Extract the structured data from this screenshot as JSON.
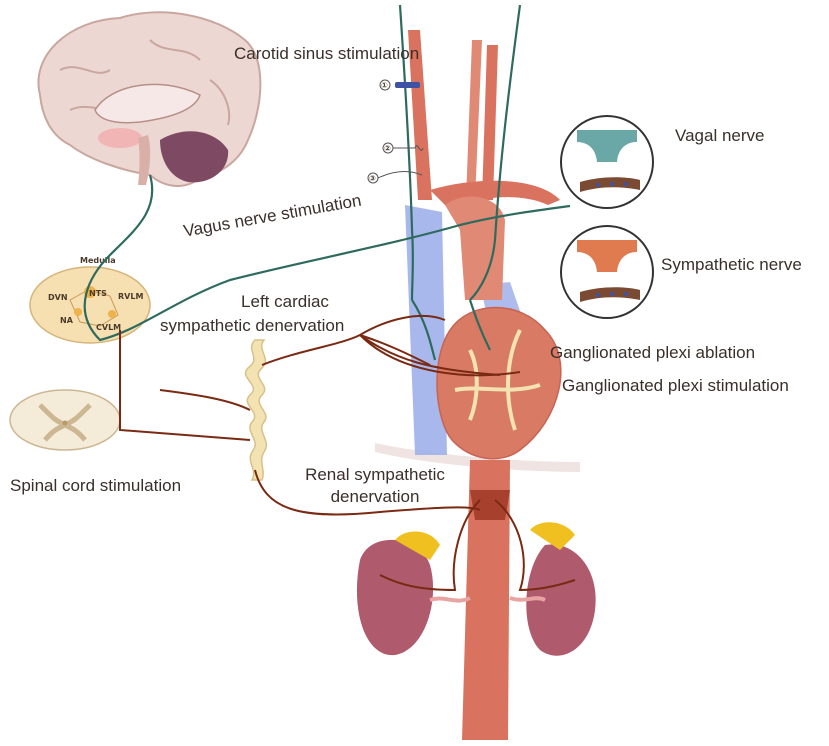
{
  "labels": {
    "carotid_sinus": "Carotid sinus stimulation",
    "vagal_nerve": "Vagal nerve",
    "sympathetic_nerve": "Sympathetic nerve",
    "vagus_stimulation": "Vagus nerve stimulation",
    "left_cardiac_line1": "Left cardiac",
    "left_cardiac_line2": "sympathetic denervation",
    "gp_ablation": "Ganglionated plexi ablation",
    "gp_stimulation": "Ganglionated plexi stimulation",
    "spinal_cord": "Spinal cord stimulation",
    "renal_line1": "Renal sympathetic",
    "renal_line2": "denervation"
  },
  "medulla": {
    "title": "Medulla",
    "nuclei": [
      "DVN",
      "NTS",
      "RVLM",
      "NA",
      "CVLM"
    ]
  },
  "carotid_markers": [
    "①",
    "②",
    "③"
  ],
  "colors": {
    "vagal": "#2e6b5e",
    "sympathetic": "#7a2a12",
    "artery": "#d9735f",
    "vein": "#9fb0ea",
    "kidney": "#b05a6e",
    "adrenal": "#f0c020",
    "ganglia": "#f3e3b3"
  }
}
